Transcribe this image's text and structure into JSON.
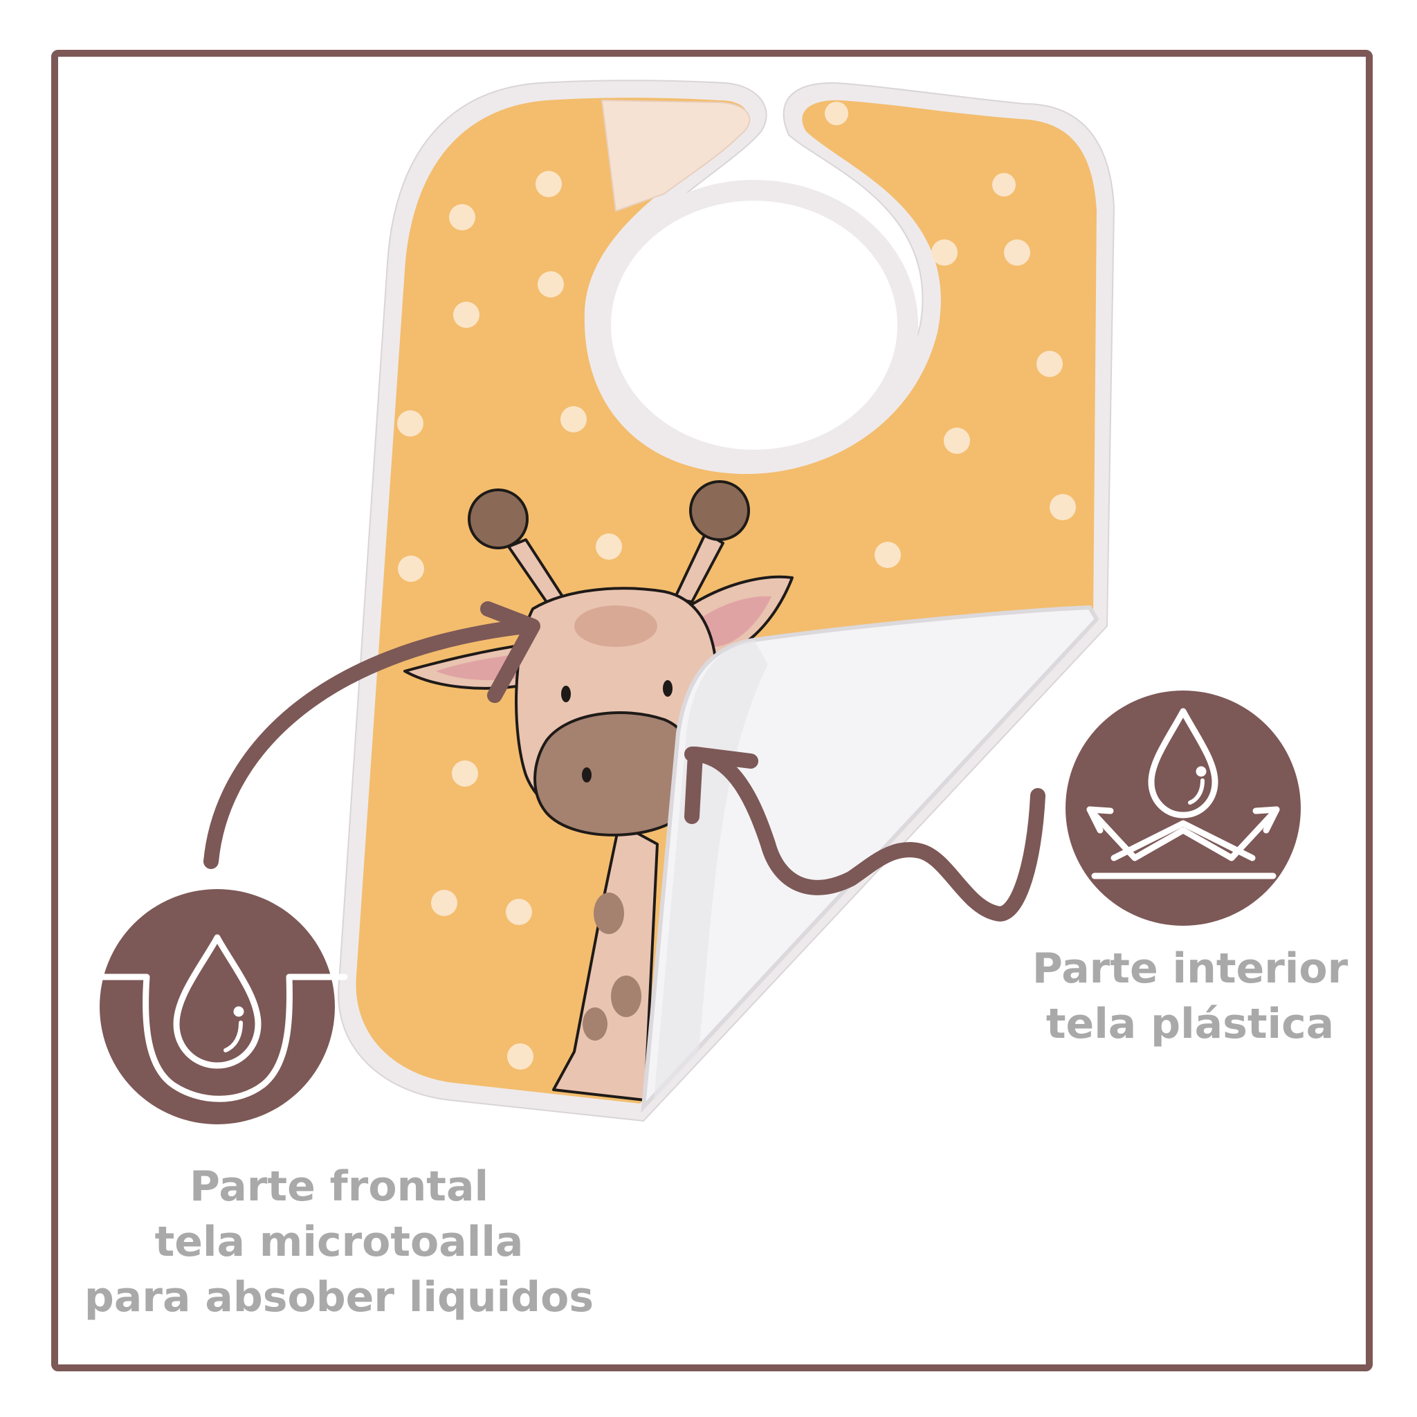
{
  "colors": {
    "frame": "#7c5856",
    "badge": "#7c5856",
    "caption_text": "#a9a9a9",
    "bib_front": "#f3bd6d",
    "bib_dots": "#fbe7cf",
    "bib_trim": "#eeeaec",
    "bib_back": "#f4f4f6",
    "giraffe_skin": "#e9c4b1",
    "giraffe_spots": "#a58170",
    "giraffe_horns": "#8a6a56"
  },
  "front_badge": {
    "icon": "water-drop-absorb-icon"
  },
  "inner_badge": {
    "icon": "water-drop-repel-icon"
  },
  "product_image": {
    "subject": "giraffe-bib-photo"
  },
  "front_caption": {
    "line1": "Parte frontal",
    "line2": "tela microtoalla",
    "line3": "para absober liquidos"
  },
  "inner_caption": {
    "line1": "Parte interior",
    "line2": "tela plástica"
  }
}
